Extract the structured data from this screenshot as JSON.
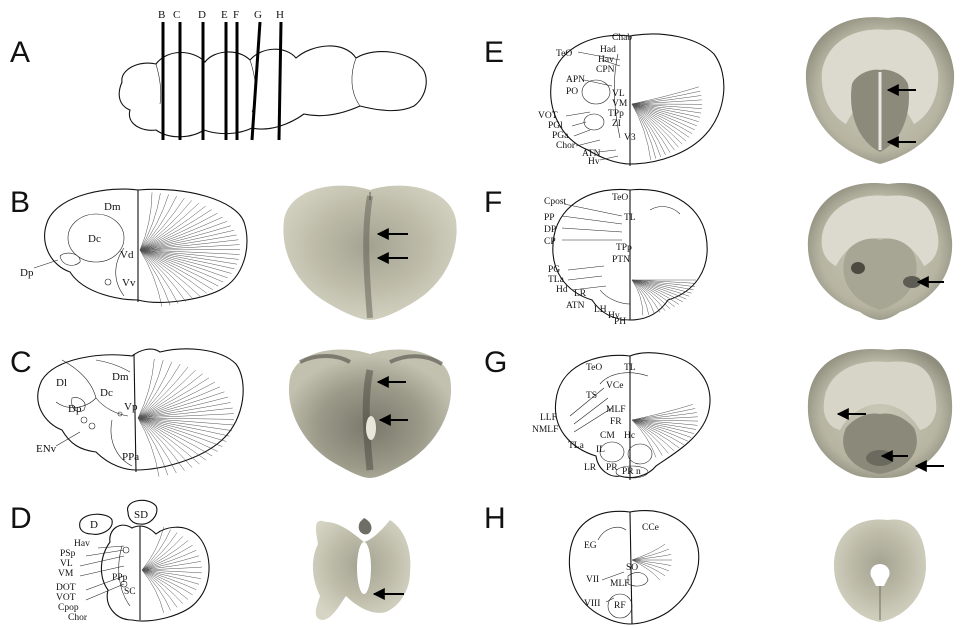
{
  "panels": {
    "A": {
      "letter": "A",
      "section_labels": [
        "B",
        "C",
        "D",
        "E",
        "F",
        "G",
        "H"
      ]
    },
    "B": {
      "letter": "B",
      "labels": [
        "Dm",
        "Dc",
        "Vd",
        "Vv",
        "Dp"
      ]
    },
    "C": {
      "letter": "C",
      "labels": [
        "Dl",
        "Dm",
        "Dc",
        "Vp",
        "Dp",
        "ENv",
        "PPa"
      ]
    },
    "D": {
      "letter": "D",
      "labels": [
        "SD",
        "D",
        "Hav",
        "PSp",
        "VL",
        "VM",
        "PPp",
        "DOT",
        "VOT",
        "SC",
        "Cpop",
        "Chor"
      ]
    },
    "E": {
      "letter": "E",
      "labels": [
        "Chab",
        "Had",
        "TeO",
        "Hav",
        "CPN",
        "APN",
        "PO",
        "VL",
        "VM",
        "VOT",
        "TPp",
        "ZI",
        "PGl",
        "PGa",
        "V3",
        "Chor",
        "ATN",
        "Hv"
      ]
    },
    "F": {
      "letter": "F",
      "labels": [
        "Cpost",
        "TeO",
        "PP",
        "TL",
        "DP",
        "CP",
        "TPp",
        "PTN",
        "PG",
        "TLa",
        "Hd",
        "LR",
        "ATN",
        "LH",
        "Hv",
        "PH"
      ]
    },
    "G": {
      "letter": "G",
      "labels": [
        "TeO",
        "TL",
        "VCe",
        "TS",
        "MLF",
        "FR",
        "LLF",
        "NMLF",
        "CM",
        "Hc",
        "TLa",
        "IL",
        "LR",
        "PR",
        "PR n"
      ]
    },
    "H": {
      "letter": "H",
      "labels": [
        "CCe",
        "EG",
        "SO",
        "VII",
        "MLF",
        "VIII",
        "RF"
      ]
    }
  },
  "colors": {
    "ink": "#111111",
    "tissue_light": "#c9c6b3",
    "tissue_mid": "#a9a795",
    "tissue_dark": "#6e6d62"
  }
}
